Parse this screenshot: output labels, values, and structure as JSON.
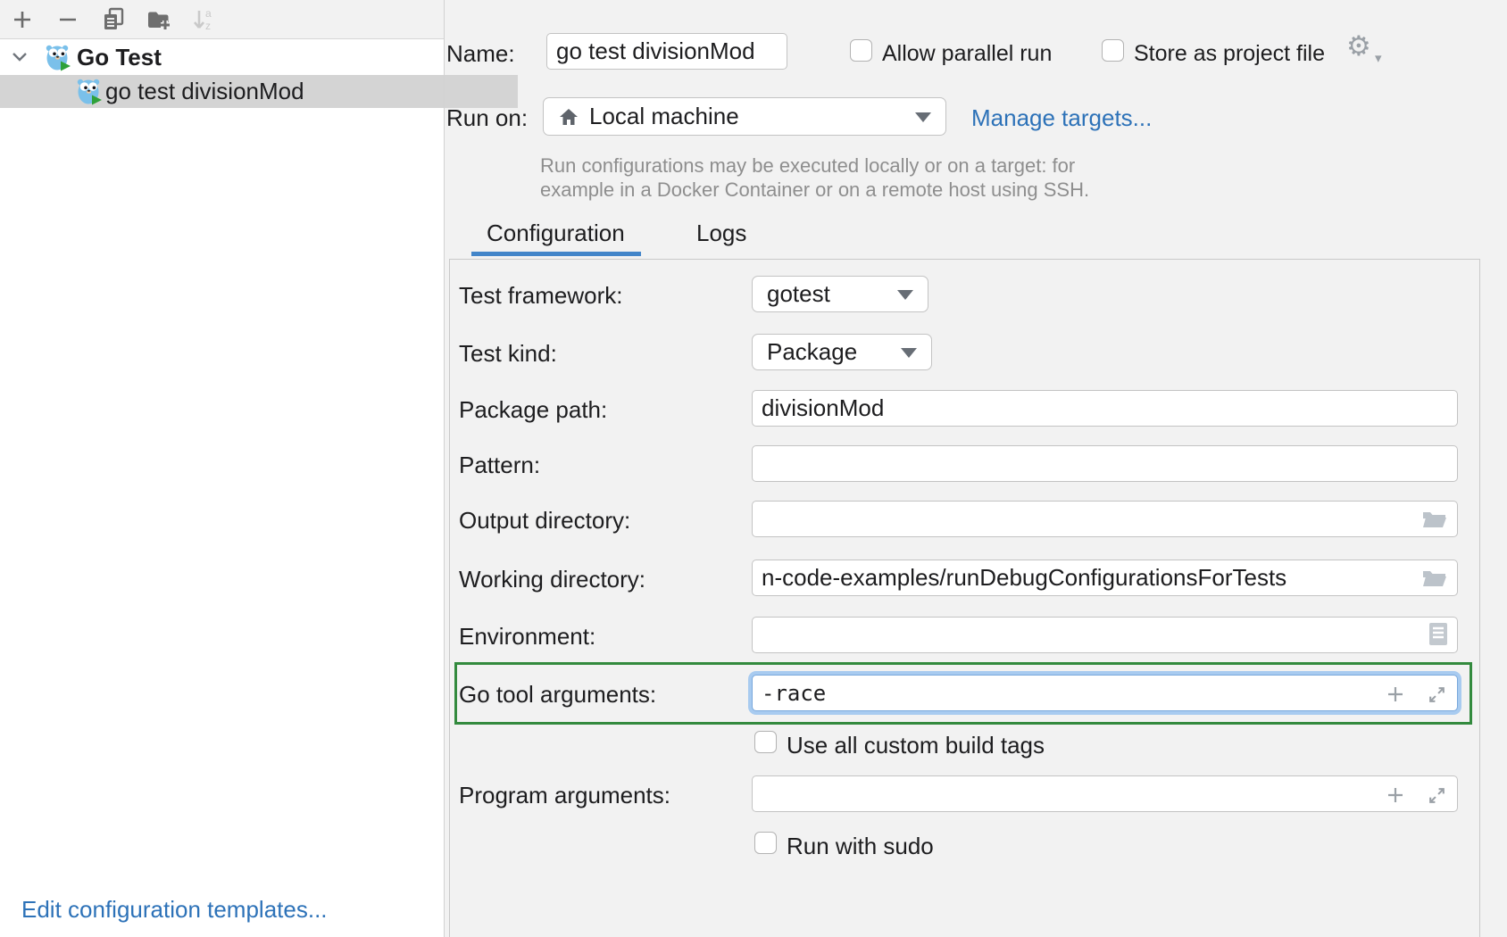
{
  "colors": {
    "highlight_green": "#338a3e",
    "focus_ring_blue": "#a8cbf0",
    "link_blue": "#2d72b8",
    "tab_accent_blue": "#4285c9",
    "tree_selection_gray": "#d4d4d4"
  },
  "sidebar": {
    "icons": {
      "add": "plus-icon",
      "remove": "minus-icon",
      "copy": "copy-icon",
      "new_folder": "new-folder-icon",
      "sort": "sort-alpha-icon"
    },
    "tree": {
      "group_label": "Go Test",
      "item_label": "go test divisionMod"
    },
    "edit_templates_link": "Edit configuration templates..."
  },
  "header": {
    "name_label": "Name:",
    "name_value": "go test divisionMod",
    "allow_parallel_label": "Allow parallel run",
    "store_as_project_label": "Store as project file",
    "run_on_label": "Run on:",
    "run_on_value": "Local machine",
    "manage_targets_link": "Manage targets...",
    "help_line1": "Run configurations may be executed locally or on a target: for",
    "help_line2": "example in a Docker Container or on a remote host using SSH."
  },
  "tabs": [
    {
      "label": "Configuration",
      "active": true
    },
    {
      "label": "Logs",
      "active": false
    }
  ],
  "form": {
    "test_framework": {
      "label": "Test framework:",
      "value": "gotest"
    },
    "test_kind": {
      "label": "Test kind:",
      "value": "Package"
    },
    "package_path": {
      "label": "Package path:",
      "value": "divisionMod"
    },
    "pattern": {
      "label": "Pattern:",
      "value": ""
    },
    "output_directory": {
      "label": "Output directory:",
      "value": ""
    },
    "working_directory": {
      "label": "Working directory:",
      "value": "n-code-examples/runDebugConfigurationsForTests"
    },
    "environment": {
      "label": "Environment:",
      "value": ""
    },
    "go_tool_arguments": {
      "label": "Go tool arguments:",
      "value": "-race"
    },
    "use_all_custom_build_tags_label": "Use all custom build tags",
    "program_arguments": {
      "label": "Program arguments:",
      "value": ""
    },
    "run_with_sudo_label": "Run with sudo"
  }
}
